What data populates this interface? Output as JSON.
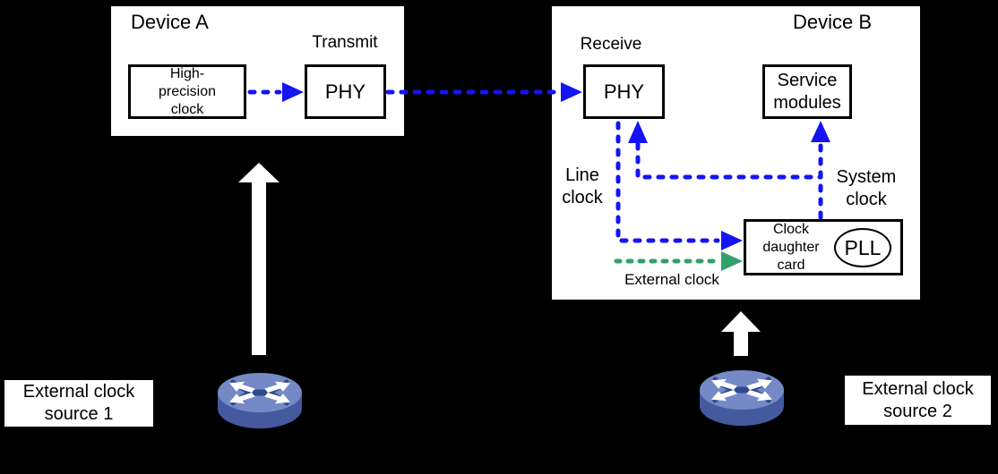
{
  "colors": {
    "canvas_bg": "#000000",
    "box_bg": "#ffffff",
    "line_blue": "#1414f5",
    "line_green": "#33a06c",
    "arrow_white": "#ffffff",
    "router_top": "#7489c6",
    "router_side": "#44599e",
    "router_dark": "#2e4a8e"
  },
  "device_a": {
    "title": "Device A",
    "transmit_label": "Transmit",
    "high_precision_clock": "High-precision clock",
    "phy": "PHY"
  },
  "device_b": {
    "title": "Device B",
    "receive_label": "Receive",
    "phy": "PHY",
    "service_modules": "Service modules",
    "clock_daughter_card": "Clock daughter card",
    "pll": "PLL",
    "line_clock_label": "Line clock",
    "system_clock_label": "System clock",
    "external_clock_label": "External clock"
  },
  "sources": {
    "source1": "External clock source 1",
    "source2": "External clock source 2"
  }
}
